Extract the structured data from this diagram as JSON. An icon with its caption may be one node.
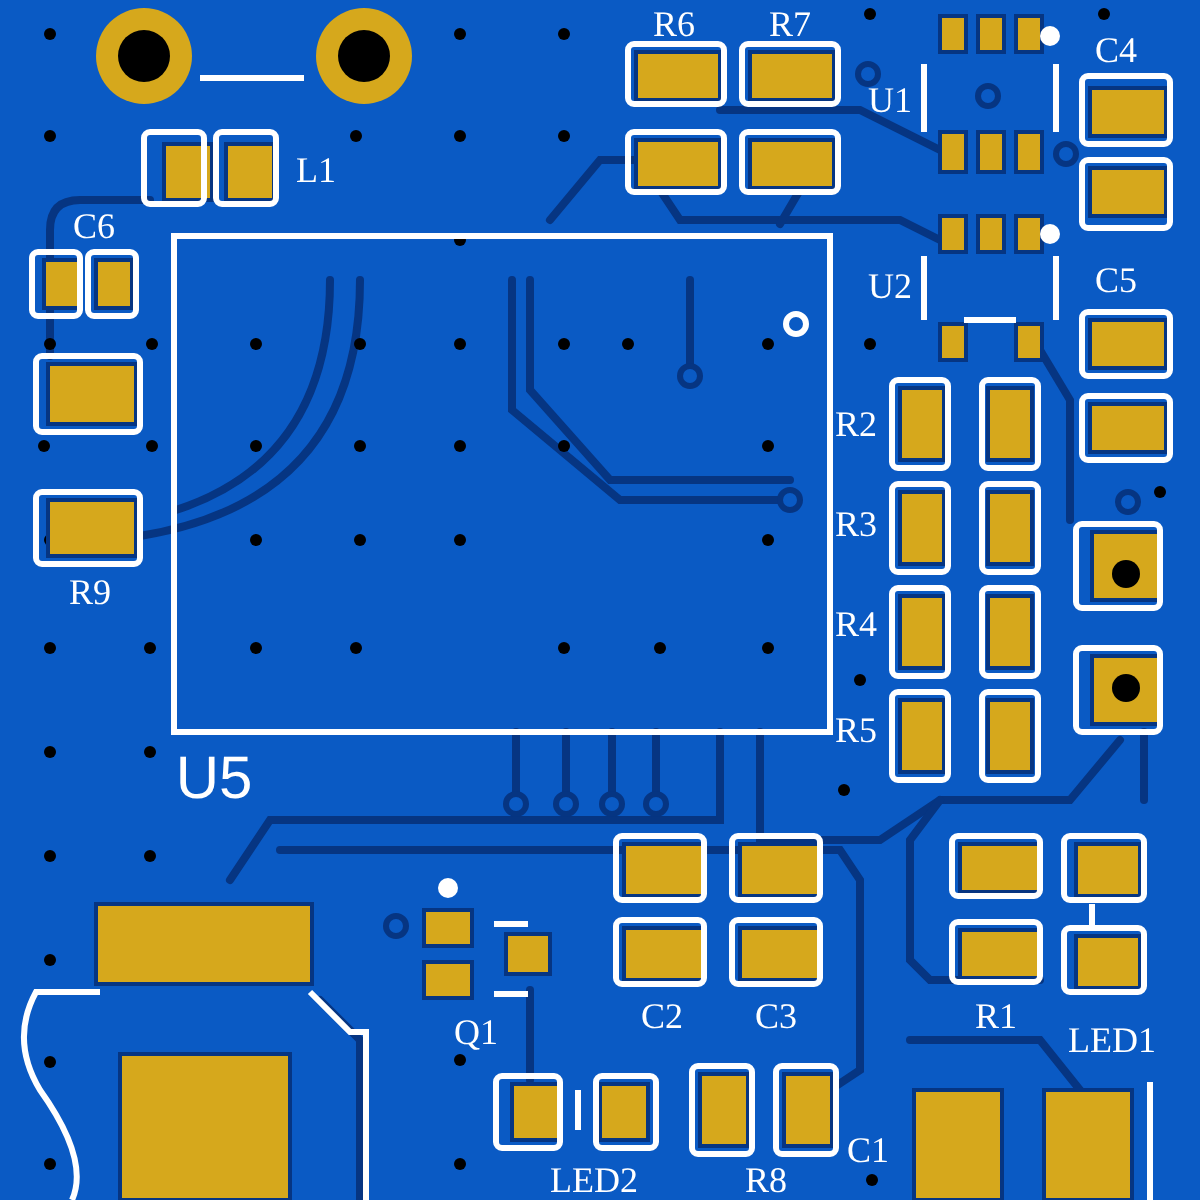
{
  "diagram": {
    "labels": [
      "R6",
      "R7",
      "U1",
      "C4",
      "L1",
      "C6",
      "U2",
      "C5",
      "R2",
      "R3",
      "R9",
      "R4",
      "R5",
      "U5",
      "Q1",
      "C2",
      "C3",
      "R1",
      "LED1",
      "C1",
      "LED2",
      "R8"
    ]
  }
}
